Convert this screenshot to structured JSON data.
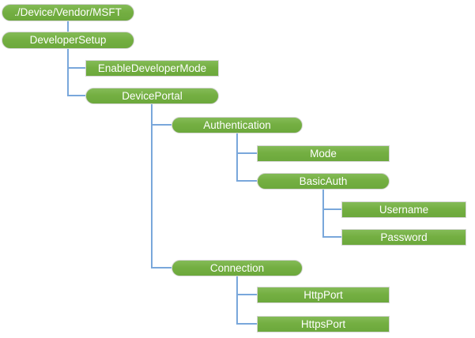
{
  "diagram_type": "tree",
  "colors": {
    "node_fill": "#74AF42",
    "node_fill_top": "#84BB57",
    "node_fill_bottom": "#6CA83C",
    "node_border": "#D6D6D6",
    "connector": "#79A7DB",
    "text": "#FFFFFF",
    "background": "#FFFFFF"
  },
  "nodes": {
    "msft": {
      "label": "./Device/Vendor/MSFT",
      "shape": "rounded"
    },
    "developer_setup": {
      "label": "DeveloperSetup",
      "shape": "rounded"
    },
    "enable_developer_mode": {
      "label": "EnableDeveloperMode",
      "shape": "rect"
    },
    "device_portal": {
      "label": "DevicePortal",
      "shape": "rounded"
    },
    "authentication": {
      "label": "Authentication",
      "shape": "rounded"
    },
    "mode": {
      "label": "Mode",
      "shape": "rect"
    },
    "basic_auth": {
      "label": "BasicAuth",
      "shape": "rounded"
    },
    "username": {
      "label": "Username",
      "shape": "rect"
    },
    "password": {
      "label": "Password",
      "shape": "rect"
    },
    "connection": {
      "label": "Connection",
      "shape": "rounded"
    },
    "http_port": {
      "label": "HttpPort",
      "shape": "rect"
    },
    "https_port": {
      "label": "HttpsPort",
      "shape": "rect"
    }
  },
  "tree": {
    "label": "./Device/Vendor/MSFT",
    "children": [
      {
        "label": "DeveloperSetup",
        "children": [
          {
            "label": "EnableDeveloperMode"
          },
          {
            "label": "DevicePortal",
            "children": [
              {
                "label": "Authentication",
                "children": [
                  {
                    "label": "Mode"
                  },
                  {
                    "label": "BasicAuth",
                    "children": [
                      {
                        "label": "Username"
                      },
                      {
                        "label": "Password"
                      }
                    ]
                  }
                ]
              },
              {
                "label": "Connection",
                "children": [
                  {
                    "label": "HttpPort"
                  },
                  {
                    "label": "HttpsPort"
                  }
                ]
              }
            ]
          }
        ]
      }
    ]
  }
}
